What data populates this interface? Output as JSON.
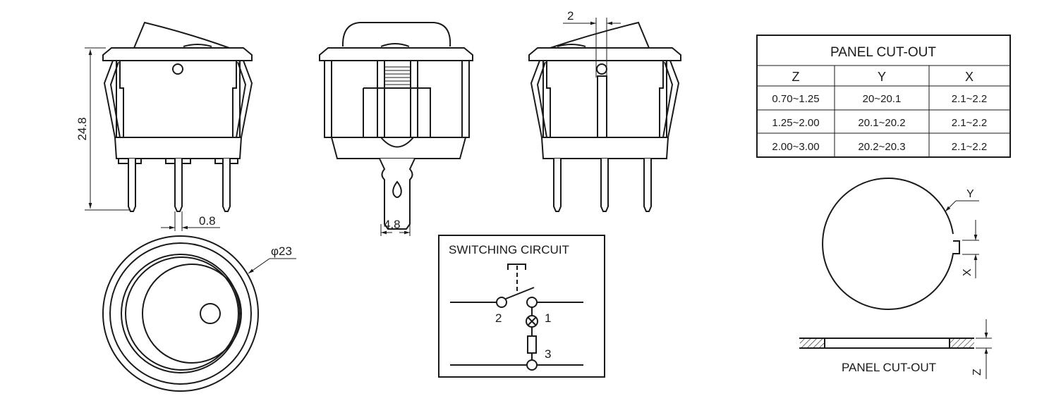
{
  "dimensions": {
    "height": "24.8",
    "pin_width": "0.8",
    "terminal_width": "4.8",
    "offset": "2",
    "diameter": "φ23"
  },
  "cutout_table": {
    "title": "PANEL CUT-OUT",
    "headers": [
      "Z",
      "Y",
      "X"
    ],
    "rows": [
      [
        "0.70~1.25",
        "20~20.1",
        "2.1~2.2"
      ],
      [
        "1.25~2.00",
        "20.1~20.2",
        "2.1~2.2"
      ],
      [
        "2.00~3.00",
        "20.2~20.3",
        "2.1~2.2"
      ]
    ]
  },
  "circuit": {
    "title": "SWITCHING CIRCUIT",
    "terminals": [
      "2",
      "1",
      "3"
    ]
  },
  "cutout_drawing": {
    "label_y": "Y",
    "label_x": "X",
    "label_z": "Z",
    "caption": "PANEL CUT-OUT"
  }
}
